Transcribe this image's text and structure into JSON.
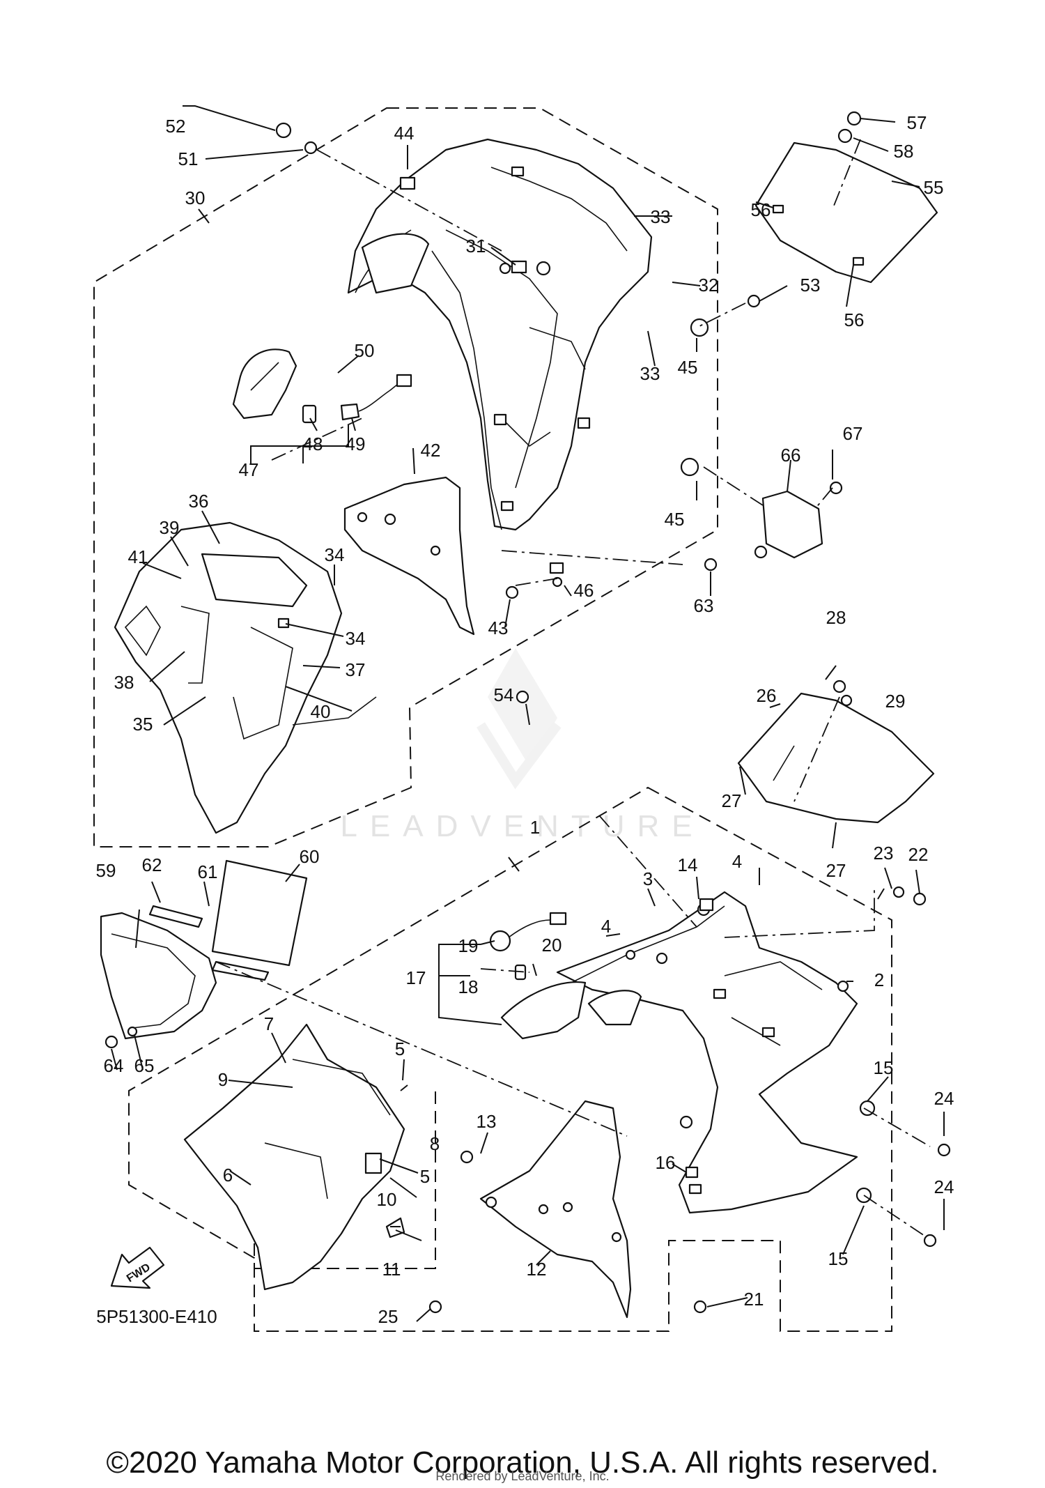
{
  "diagram": {
    "code": "5P51300-E410",
    "fwd_label": "FWD",
    "watermark": "LEADVENTURE",
    "copyright": "©2020 Yamaha Motor Corporation, U.S.A. All rights reserved.",
    "rendered_by": "Rendered by LeadVenture, Inc.",
    "callouts": [
      "1",
      "2",
      "3",
      "4",
      "4",
      "5",
      "5",
      "6",
      "7",
      "8",
      "9",
      "10",
      "11",
      "12",
      "13",
      "14",
      "15",
      "15",
      "16",
      "17",
      "18",
      "19",
      "20",
      "21",
      "22",
      "23",
      "24",
      "24",
      "25",
      "26",
      "27",
      "27",
      "28",
      "29",
      "30",
      "31",
      "32",
      "33",
      "33",
      "34",
      "34",
      "35",
      "36",
      "37",
      "38",
      "39",
      "40",
      "41",
      "42",
      "43",
      "44",
      "45",
      "45",
      "46",
      "47",
      "48",
      "49",
      "50",
      "51",
      "52",
      "53",
      "54",
      "55",
      "56",
      "56",
      "57",
      "58",
      "59",
      "60",
      "61",
      "62",
      "63",
      "64",
      "65",
      "66",
      "67"
    ]
  }
}
